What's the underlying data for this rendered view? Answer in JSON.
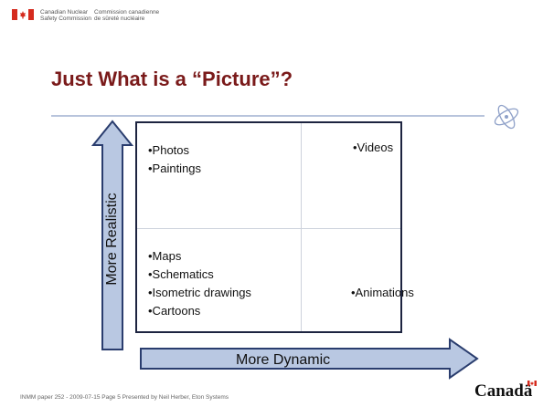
{
  "header": {
    "agency_en": [
      "Canadian Nuclear",
      "Safety Commission"
    ],
    "agency_fr": [
      "Commission canadienne",
      "de sûreté nucléaire"
    ]
  },
  "title": "Just What is a “Picture”?",
  "grid": {
    "top_left": [
      "•Photos",
      "•Paintings"
    ],
    "top_right": [
      "•Videos"
    ],
    "bottom_left": [
      "•Maps",
      "•Schematics",
      "•Isometric drawings",
      "•Cartoons"
    ],
    "bottom_right": [
      "•Animations"
    ]
  },
  "axes": {
    "vertical": "More Realistic",
    "horizontal": "More Dynamic"
  },
  "footer": {
    "text": "INMM paper 252 - 2009-07-15  Page 5  Presented by Neil Herber, Eton Systems",
    "wordmark": "Canadä"
  },
  "colors": {
    "title": "#7a1a1a",
    "arrow_fill": "#b9c8e2",
    "arrow_stroke": "#2a3d6e",
    "flag_red": "#d52b1e"
  },
  "icons": [
    "canada-flag-icon",
    "atom-icon"
  ]
}
